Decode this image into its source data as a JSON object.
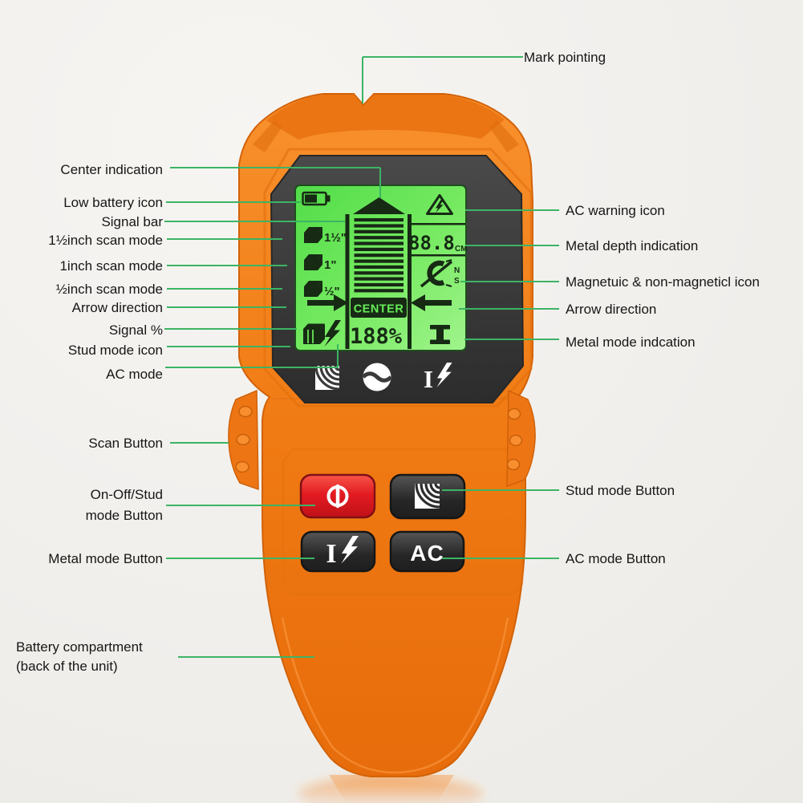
{
  "annotations": {
    "mark_pointing": "Mark pointing",
    "left": [
      "Center indication",
      "Low battery icon",
      "Signal bar",
      "1½inch scan mode",
      "1inch scan mode",
      "½inch scan mode",
      "Arrow direction",
      "Signal %",
      "Stud mode icon",
      "AC mode",
      "Scan Button",
      "On-Off/Stud\nmode Button",
      "Metal mode Button",
      "Battery compartment\n(back of the unit)"
    ],
    "right": [
      "AC warning icon",
      "Metal depth indication",
      "Magnetuic & non-magneticl icon",
      "Arrow direction",
      "Metal mode indcation",
      "Stud mode Button",
      "AC mode Button"
    ]
  },
  "lcd": {
    "scan_modes": [
      "1½\"",
      "1\"",
      "½\""
    ],
    "center_label": "CENTER",
    "depth_value": "88.8",
    "depth_unit": "CM",
    "signal_percent": "188%",
    "magnet_north": "N",
    "magnet_south": "S"
  },
  "buttons": {
    "ac_label": "AC",
    "metal_label": "I"
  },
  "bezel_icons": {
    "metal_label": "I"
  },
  "icons": {
    "lcd": [
      "low-battery-icon",
      "center-arrow-icon",
      "signal-bars",
      "ac-warning-icon",
      "magnet-ns-icon",
      "right-arrow-icon",
      "left-arrow-icon",
      "stud-cube-icon",
      "lightning-icon",
      "metal-beam-icon"
    ],
    "bezel": [
      "stud-stripes-icon",
      "level-bubble-icon",
      "metal-lightning-icon"
    ],
    "buttons": [
      "power-icon",
      "stud-stripes-icon",
      "metal-lightning-icon"
    ]
  },
  "colors": {
    "body_orange": "#f07a13",
    "lcd_green": "#6ae657",
    "annotation_line": "#3cb464",
    "power_red": "#e31b22",
    "bezel_dark": "#3a3a3a"
  }
}
